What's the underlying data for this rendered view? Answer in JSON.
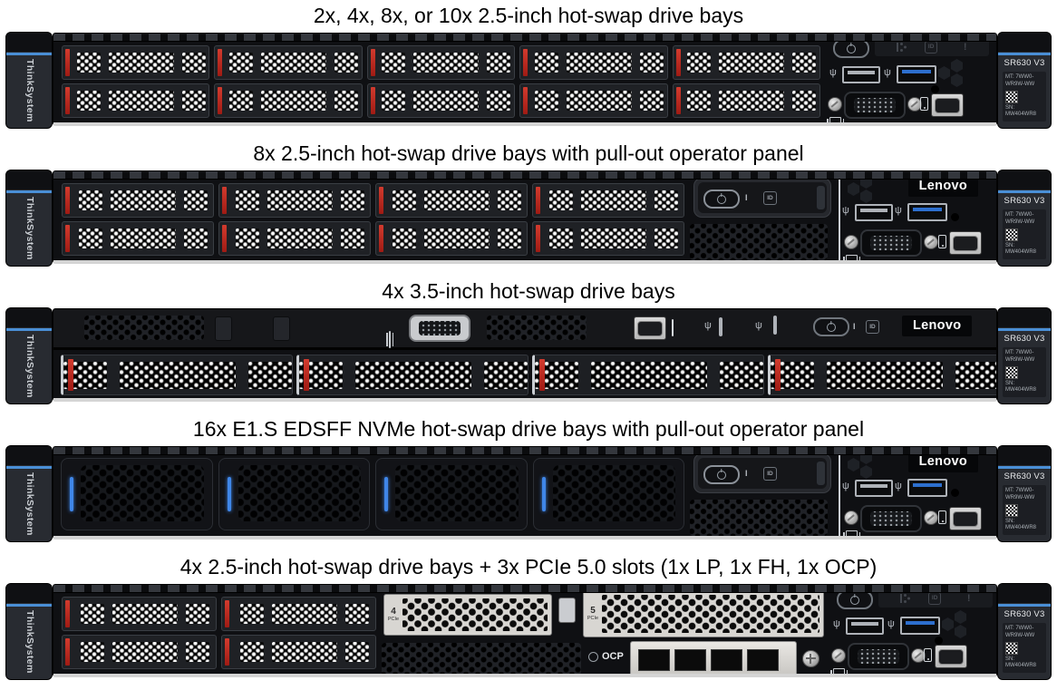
{
  "captions": [
    "2x, 4x, 8x, or 10x 2.5-inch hot-swap drive bays",
    "8x 2.5-inch hot-swap drive bays with pull-out operator panel",
    "4x 3.5-inch hot-swap drive bays",
    "16x E1.S EDSFF NVMe hot-swap drive bays with pull-out operator panel",
    "4x 2.5-inch hot-swap drive bays + 3x PCIe 5.0 slots (1x LP, 1x FH, 1x OCP)"
  ],
  "branding": {
    "bezel_vertical": "ThinkSystem",
    "logo": "Lenovo",
    "model": "SR630 V3",
    "machine_type": "MT: 7WW0- WR9W-WW",
    "serial": "SN: MW404WR8"
  },
  "io": {
    "id_button": "ID",
    "check_log_led": "!",
    "power_led": "I",
    "ocp_label": "OCP",
    "slot4_number": "4",
    "slot5_number": "5",
    "pcie_label": "PCIe",
    "usb_icon": "ψ"
  },
  "colors": {
    "ear_accent_blue": "#4a8fd6",
    "drive_latch_red": "#bf2420",
    "usb3_blue": "#2d6fce",
    "e1s_led_blue": "#3f86e8",
    "chassis_black": "#0f1013"
  }
}
